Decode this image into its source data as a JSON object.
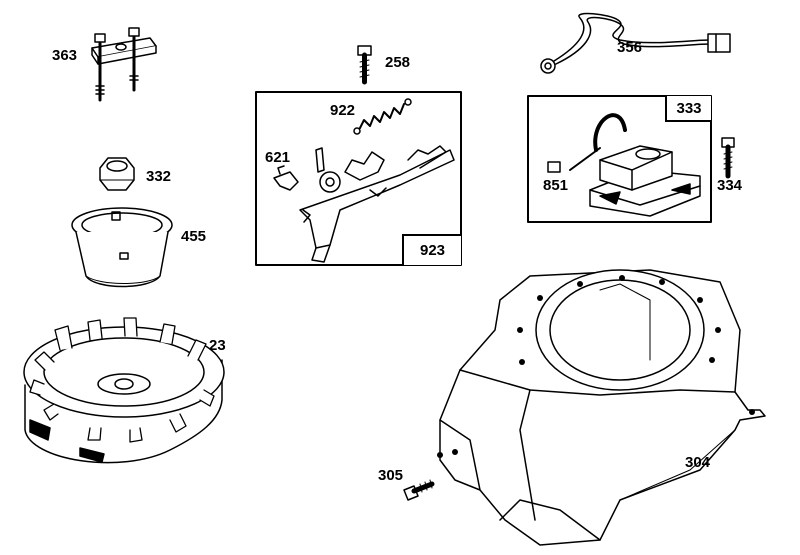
{
  "parts": {
    "p363": "363",
    "p258": "258",
    "p356": "356",
    "p922": "922",
    "p333": "333",
    "p621": "621",
    "p332": "332",
    "p851": "851",
    "p334": "334",
    "p455": "455",
    "p923": "923",
    "p23": "23",
    "p304": "304",
    "p305": "305"
  }
}
